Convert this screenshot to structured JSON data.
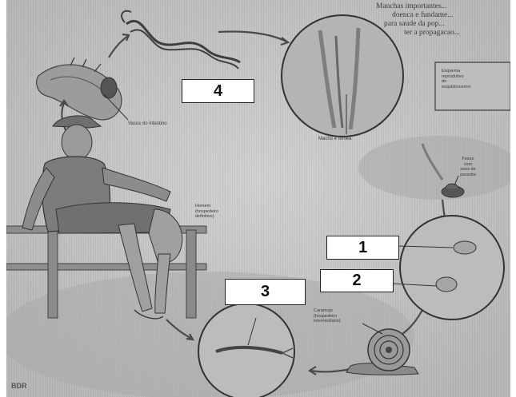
{
  "labels": {
    "box1": "1",
    "box2": "2",
    "box3": "3",
    "box4": "4"
  },
  "texts": {
    "header_lines": [
      "Manchas importantes...",
      "doenca e fundame...",
      "para saude da pop...",
      "ter a propagacao..."
    ],
    "intestine_caption": "Vasos do intestino",
    "adult_worms_caption": "Macho e femea",
    "host_caption_lines": [
      "Homem",
      "(hospedeiro",
      "definitivo)"
    ],
    "egg_caption_lines": [
      "Fezes",
      "com",
      "ovos de",
      "parasita"
    ],
    "schema_lines": [
      "Esquema",
      "reprodutivo",
      "do",
      "esquistossomo"
    ],
    "snail_caption_lines": [
      "Caramujo",
      "(hospedeiro",
      "intermediario)"
    ],
    "corner_mark": "BDR"
  },
  "colors": {
    "background": "#c6c6c6",
    "ink": "#3a3a3a",
    "box_fill": "#ffffff",
    "box_border": "#222222"
  }
}
